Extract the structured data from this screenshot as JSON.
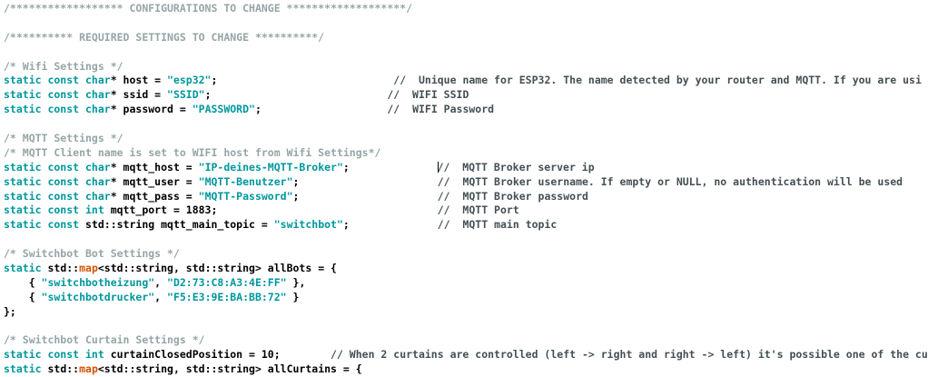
{
  "editor": {
    "type": "code-editor",
    "language": "cpp",
    "palette": {
      "background": "#ffffff",
      "keyword": "#00979c",
      "string": "#00979c",
      "builtin": "#d35400",
      "block_comment": "#95a5a6",
      "line_comment": "#434f54",
      "plain": "#000000",
      "cursor": "#000000"
    },
    "cursor_line_index": 11,
    "lines": [
      {
        "segments": [
          {
            "c": "bc",
            "t": "/****************** CONFIGURATIONS TO CHANGE *******************/"
          }
        ]
      },
      {
        "segments": []
      },
      {
        "segments": [
          {
            "c": "bc",
            "t": "/********** REQUIRED SETTINGS TO CHANGE **********/"
          }
        ]
      },
      {
        "segments": []
      },
      {
        "segments": [
          {
            "c": "bc",
            "t": "/* Wifi Settings */"
          }
        ]
      },
      {
        "segments": [
          {
            "c": "kw",
            "t": "static const char"
          },
          {
            "c": "pl",
            "t": "* host = "
          },
          {
            "c": "str",
            "t": "\"esp32\""
          },
          {
            "c": "pl",
            "t": ";                            "
          },
          {
            "c": "lc",
            "t": "//  Unique name for ESP32. The name detected by your router and MQTT. If you are usi"
          }
        ]
      },
      {
        "segments": [
          {
            "c": "kw",
            "t": "static const char"
          },
          {
            "c": "pl",
            "t": "* ssid = "
          },
          {
            "c": "str",
            "t": "\"SSID\""
          },
          {
            "c": "pl",
            "t": ";                            "
          },
          {
            "c": "lc",
            "t": "//  WIFI SSID"
          }
        ]
      },
      {
        "segments": [
          {
            "c": "kw",
            "t": "static const char"
          },
          {
            "c": "pl",
            "t": "* password = "
          },
          {
            "c": "str",
            "t": "\"PASSWORD\""
          },
          {
            "c": "pl",
            "t": ";                    "
          },
          {
            "c": "lc",
            "t": "//  WIFI Password"
          }
        ]
      },
      {
        "segments": []
      },
      {
        "segments": [
          {
            "c": "bc",
            "t": "/* MQTT Settings */"
          }
        ]
      },
      {
        "segments": [
          {
            "c": "bc",
            "t": "/* MQTT Client name is set to WIFI host from Wifi Settings*/"
          }
        ]
      },
      {
        "segments": [
          {
            "c": "kw",
            "t": "static const char"
          },
          {
            "c": "pl",
            "t": "* mqtt_host = "
          },
          {
            "c": "str",
            "t": "\"IP-deines-MQTT-Broker\""
          },
          {
            "c": "pl",
            "t": ";              "
          },
          {
            "c": "cursor",
            "t": ""
          },
          {
            "c": "lc",
            "t": "//  MQTT Broker server ip"
          }
        ]
      },
      {
        "segments": [
          {
            "c": "kw",
            "t": "static const char"
          },
          {
            "c": "pl",
            "t": "* mqtt_user = "
          },
          {
            "c": "str",
            "t": "\"MQTT-Benutzer\""
          },
          {
            "c": "pl",
            "t": ";                      "
          },
          {
            "c": "lc",
            "t": "//  MQTT Broker username. If empty or NULL, no authentication will be used"
          }
        ]
      },
      {
        "segments": [
          {
            "c": "kw",
            "t": "static const char"
          },
          {
            "c": "pl",
            "t": "* mqtt_pass = "
          },
          {
            "c": "str",
            "t": "\"MQTT-Password\""
          },
          {
            "c": "pl",
            "t": ";                      "
          },
          {
            "c": "lc",
            "t": "//  MQTT Broker password"
          }
        ]
      },
      {
        "segments": [
          {
            "c": "kw",
            "t": "static const int"
          },
          {
            "c": "pl",
            "t": " mqtt_port = 1883;                                   "
          },
          {
            "c": "lc",
            "t": "//  MQTT Port"
          }
        ]
      },
      {
        "segments": [
          {
            "c": "kw",
            "t": "static const"
          },
          {
            "c": "pl",
            "t": " std::string mqtt_main_topic = "
          },
          {
            "c": "str",
            "t": "\"switchbot\""
          },
          {
            "c": "pl",
            "t": ";              "
          },
          {
            "c": "lc",
            "t": "//  MQTT main topic"
          }
        ]
      },
      {
        "segments": []
      },
      {
        "segments": [
          {
            "c": "bc",
            "t": "/* Switchbot Bot Settings */"
          }
        ]
      },
      {
        "segments": [
          {
            "c": "kw",
            "t": "static"
          },
          {
            "c": "pl",
            "t": " std::"
          },
          {
            "c": "fn",
            "t": "map"
          },
          {
            "c": "pl",
            "t": "<std::string, std::string> allBots = {"
          }
        ]
      },
      {
        "segments": [
          {
            "c": "pl",
            "t": "    { "
          },
          {
            "c": "str",
            "t": "\"switchbotheizung\""
          },
          {
            "c": "pl",
            "t": ", "
          },
          {
            "c": "str",
            "t": "\"D2:73:C8:A3:4E:FF\""
          },
          {
            "c": "pl",
            "t": " },"
          }
        ]
      },
      {
        "segments": [
          {
            "c": "pl",
            "t": "    { "
          },
          {
            "c": "str",
            "t": "\"switchbotdrucker\""
          },
          {
            "c": "pl",
            "t": ", "
          },
          {
            "c": "str",
            "t": "\"F5:E3:9E:BA:BB:72\""
          },
          {
            "c": "pl",
            "t": " }"
          }
        ]
      },
      {
        "segments": [
          {
            "c": "pl",
            "t": "};"
          }
        ]
      },
      {
        "segments": []
      },
      {
        "segments": [
          {
            "c": "bc",
            "t": "/* Switchbot Curtain Settings */"
          }
        ]
      },
      {
        "segments": [
          {
            "c": "kw",
            "t": "static const int"
          },
          {
            "c": "pl",
            "t": " curtainClosedPosition = 10;        "
          },
          {
            "c": "lc",
            "t": "// When 2 curtains are controlled (left -> right and right -> left) it's possible one of the cu"
          }
        ]
      },
      {
        "segments": [
          {
            "c": "kw",
            "t": "static"
          },
          {
            "c": "pl",
            "t": " std::"
          },
          {
            "c": "fn",
            "t": "map"
          },
          {
            "c": "pl",
            "t": "<std::string, std::string> allCurtains = {"
          }
        ]
      }
    ]
  }
}
